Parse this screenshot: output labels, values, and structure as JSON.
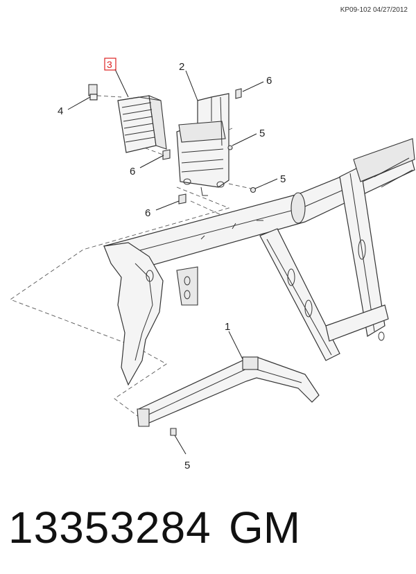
{
  "header": {
    "code": "KP09-102 04/27/2012"
  },
  "footer": {
    "part_number": "13353284",
    "brand": "GM"
  },
  "callouts": {
    "c1": "1",
    "c2": "2",
    "c3": "3",
    "c4": "4",
    "c5a": "5",
    "c5b": "5",
    "c5c": "5",
    "c6a": "6",
    "c6b": "6",
    "c6c": "6"
  },
  "colors": {
    "highlight": "#d22222",
    "line": "#333333"
  }
}
